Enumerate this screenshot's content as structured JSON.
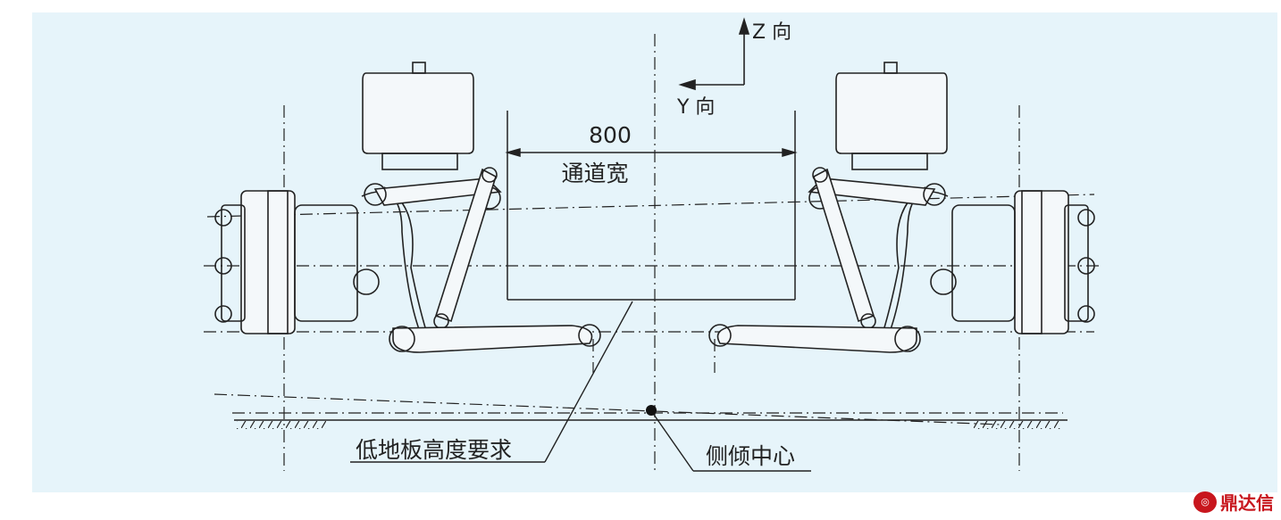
{
  "diagram": {
    "dimension_value": "800",
    "dimension_caption": "通道宽",
    "z_axis_label": "Z 向",
    "y_axis_label": "Y 向",
    "floor_requirement_label": "低地板高度要求",
    "roll_center_label": "侧倾中心"
  },
  "logo": {
    "text": "鼎达信"
  },
  "colors": {
    "panel": "#e6f4fa",
    "ink": "#222222",
    "logo": "#c8161d"
  }
}
